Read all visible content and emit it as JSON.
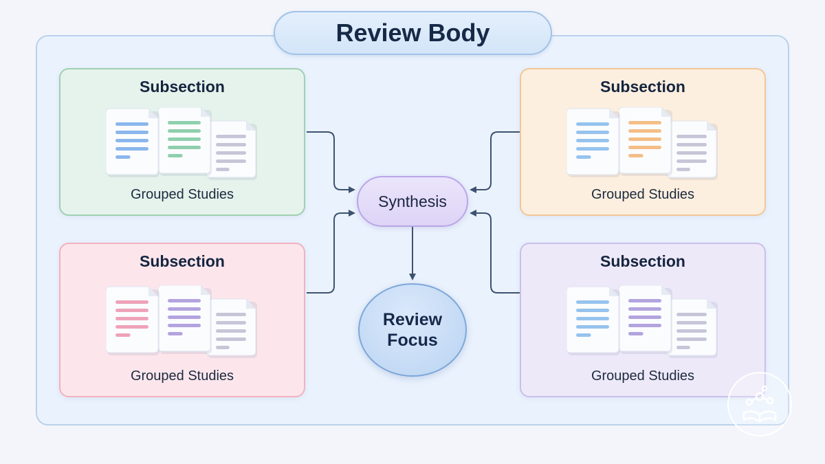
{
  "title": "Review Body",
  "subsections": [
    {
      "title": "Subsection",
      "caption": "Grouped Studies",
      "colors": [
        "#8ab6ec",
        "#8fcfae",
        "#c6c6d8"
      ]
    },
    {
      "title": "Subsection",
      "caption": "Grouped Studies",
      "colors": [
        "#96c3ee",
        "#f4be86",
        "#c6c6d8"
      ]
    },
    {
      "title": "Subsection",
      "caption": "Grouped Studies",
      "colors": [
        "#eea3b8",
        "#b3a3de",
        "#c6c6d8"
      ]
    },
    {
      "title": "Subsection",
      "caption": "Grouped Studies",
      "colors": [
        "#96c3ee",
        "#b3a3de",
        "#c6c6d8"
      ]
    }
  ],
  "synthesis": "Synthesis",
  "focus": {
    "line1": "Review",
    "line2": "Focus"
  },
  "colors": {
    "background": "#f3f5fb",
    "panel": "#eaf2fd",
    "arrow": "#3d5270",
    "title_text": "#162a47"
  },
  "icons": [
    "document-icon",
    "logo-icon"
  ]
}
